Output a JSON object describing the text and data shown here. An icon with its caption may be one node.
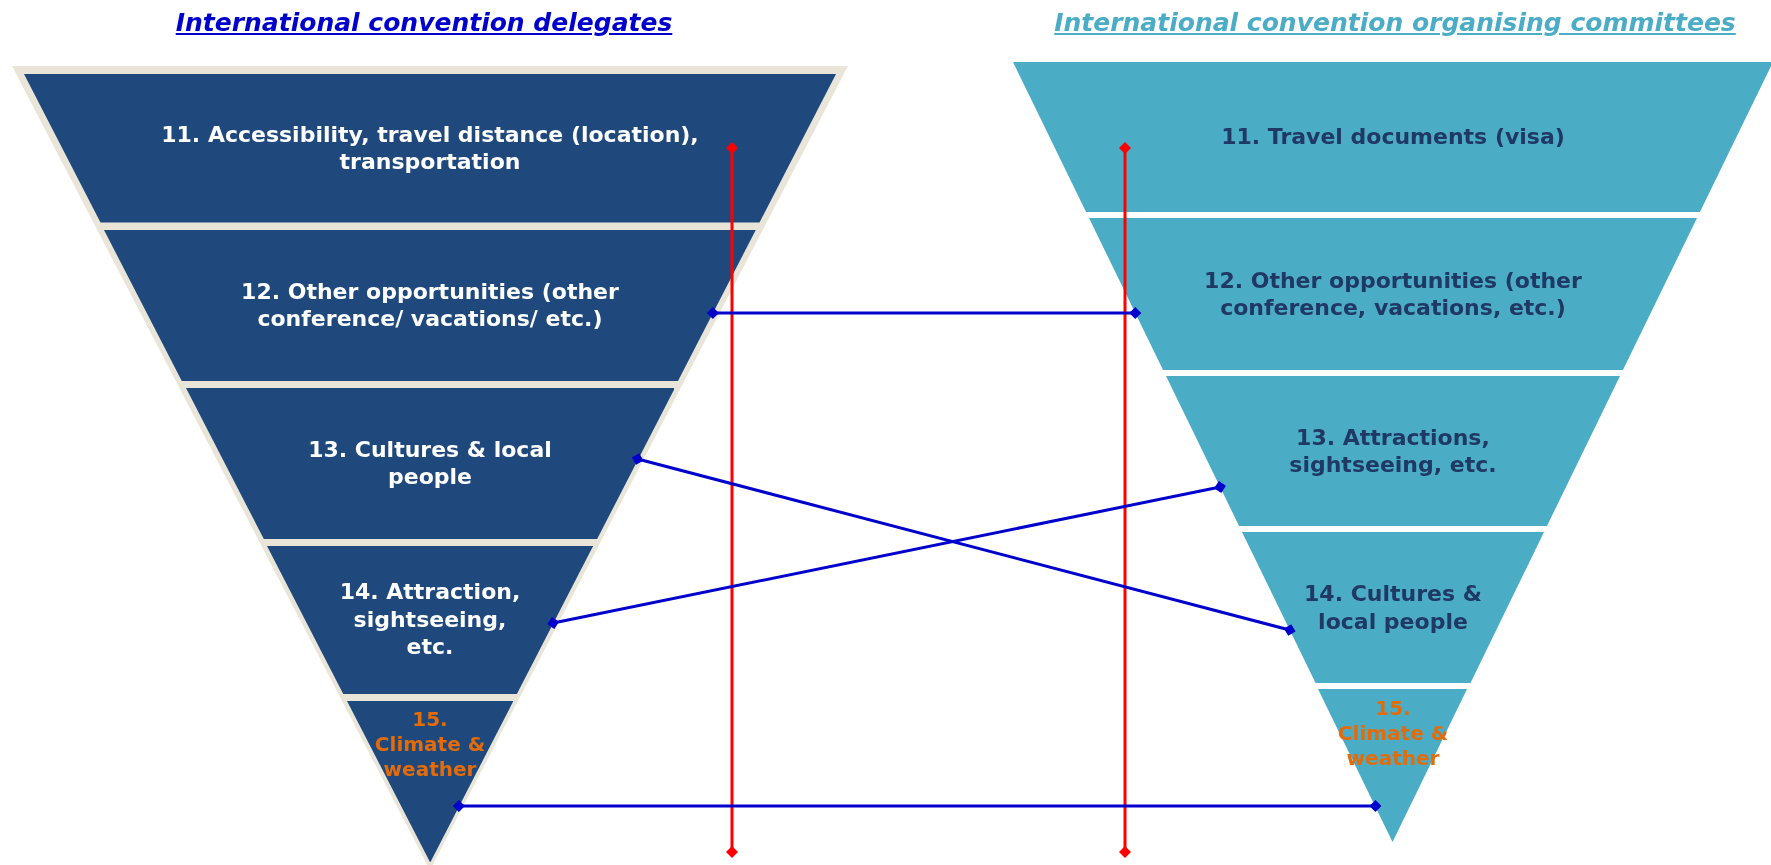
{
  "diagram": {
    "nodes": [
      {
        "text": [
          "11. Accessibility, travel distance (location), transportation"
        ]
      },
      {
        "text": [
          "12. Other opportunities (other conference/ vacations/ etc.)"
        ]
      },
      {
        "text": [
          "13. Cultures & local people"
        ]
      },
      {
        "text": [
          "14. Attraction, sightseeing, etc."
        ]
      },
      {
        "text": [
          "15. Climate & weather"
        ]
      },
      {
        "text": [
          "11. Travel documents (visa)"
        ]
      },
      {
        "text": [
          "12. Other opportunities (other conference, vacations, etc.)"
        ]
      },
      {
        "text": [
          "13. Attractions, sightseeing, etc."
        ]
      },
      {
        "text": [
          "14. Cultures & local people"
        ]
      },
      {
        "text": [
          "15. Climate & weather"
        ]
      }
    ],
    "edges": [
      {
        "from": 1,
        "to": 6,
        "arrow": "other"
      },
      {
        "from": 2,
        "to": 8,
        "arrow": "other"
      },
      {
        "from": 3,
        "to": 7,
        "arrow": "other"
      },
      {
        "from": 4,
        "to": 9,
        "arrow": "other"
      }
    ],
    "labels": [
      "International convention delegates",
      "International convention organising committees"
    ]
  }
}
